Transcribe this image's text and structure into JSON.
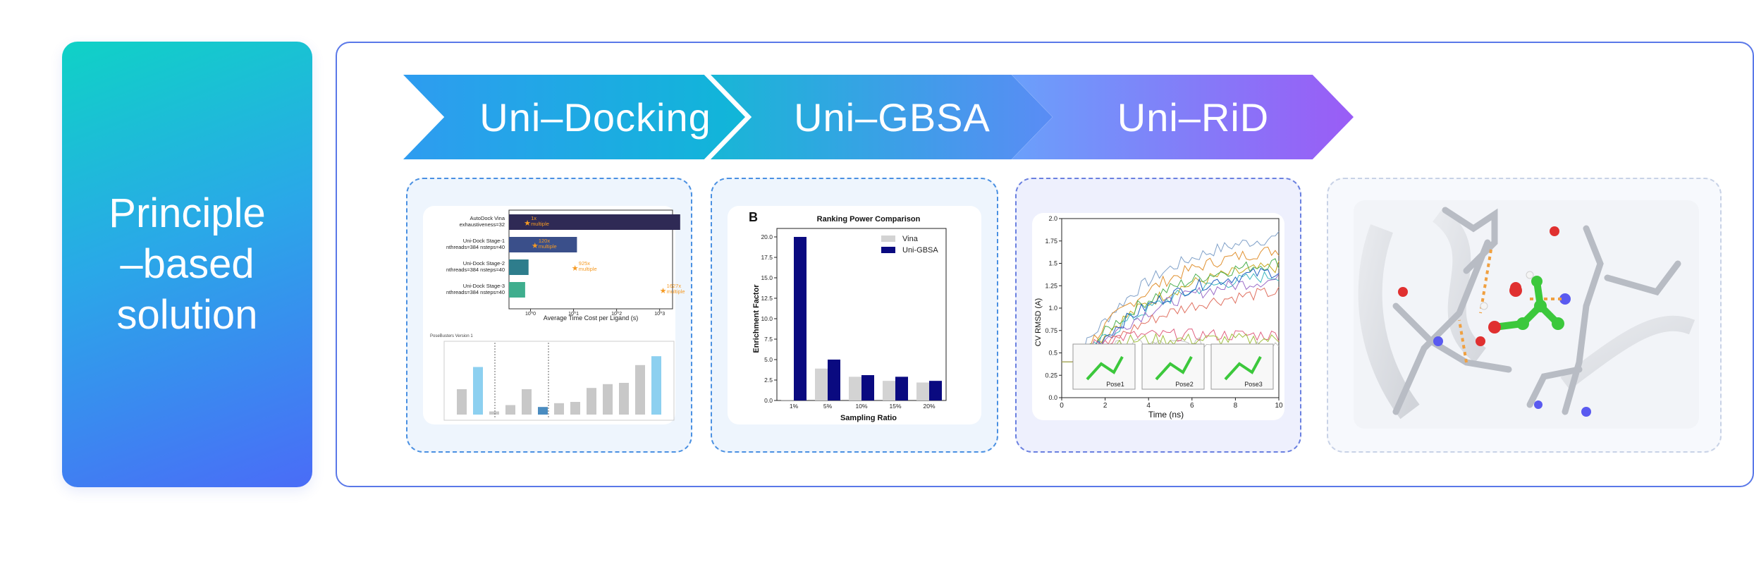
{
  "principle": {
    "label": "Principle\n–based\nsolution"
  },
  "pipeline": {
    "steps": [
      "Uni–Docking",
      "Uni–GBSA",
      "Uni–RiD"
    ]
  },
  "colors": {
    "frame": "#5a78e8",
    "navy": "#0a0a80",
    "gray": "#d3d3d3",
    "orange": "#f59a23"
  },
  "chart_data": [
    {
      "type": "bar",
      "orientation": "horizontal",
      "xscale": "log",
      "xlabel": "Average Time Cost per Ligand (s)",
      "x_ticks": [
        "10^0",
        "10^1",
        "10^2",
        "10^3"
      ],
      "categories": [
        "AutoDock Vina\nexhaustiveness=32",
        "Uni-Dock Stage-1\nnthreads=384 nsteps=40",
        "Uni-Dock Stage-2\nnthreads=384 nsteps=40",
        "Uni-Dock Stage-3\nnthreads=384 nsteps=40"
      ],
      "bar_colors": [
        "#2f2a55",
        "#3a4f8a",
        "#2e7d8c",
        "#3fae8e"
      ],
      "annotations": [
        "1x\nmultiple",
        "120x\nmultiple",
        "925x\nmultiple",
        "1627x\nmultiple"
      ],
      "subtitle": "PoseBusters Version 1"
    },
    {
      "type": "bar",
      "panel_label": "B",
      "title": "Ranking Power Comparison",
      "xlabel": "Sampling Ratio",
      "ylabel": "Enrichment Factor",
      "categories": [
        "1%",
        "5%",
        "10%",
        "15%",
        "20%"
      ],
      "series": [
        {
          "name": "Vina",
          "values": [
            0.1,
            3.9,
            2.9,
            2.4,
            2.2
          ]
        },
        {
          "name": "Uni-GBSA",
          "values": [
            20.0,
            5.0,
            3.1,
            2.9,
            2.4
          ]
        }
      ],
      "ylim": [
        0,
        20.0
      ],
      "y_ticks": [
        "0.0",
        "2.5",
        "5.0",
        "7.5",
        "10.0",
        "12.5",
        "15.0",
        "17.5",
        "20.0"
      ],
      "legend": "top-right"
    },
    {
      "type": "line",
      "xlabel": "Time (ns)",
      "ylabel": "CV RMSD (A)",
      "xlim": [
        0,
        10
      ],
      "ylim": [
        0,
        2.0
      ],
      "x_ticks": [
        "0",
        "2",
        "4",
        "6",
        "8",
        "10"
      ],
      "y_ticks": [
        "0.0",
        "0.25",
        "0.5",
        "0.75",
        "1.0",
        "1.25",
        "1.5",
        "1.75",
        "2.0"
      ],
      "insets": [
        "Pose1",
        "Pose2",
        "Pose3"
      ],
      "series_colors": [
        "#7fa0c8",
        "#e0902f",
        "#c8a820",
        "#4caf50",
        "#3fb8c0",
        "#9a6cc8",
        "#e07060",
        "#2060c0",
        "#c0c0c0",
        "#e06080",
        "#a0c040"
      ]
    }
  ]
}
